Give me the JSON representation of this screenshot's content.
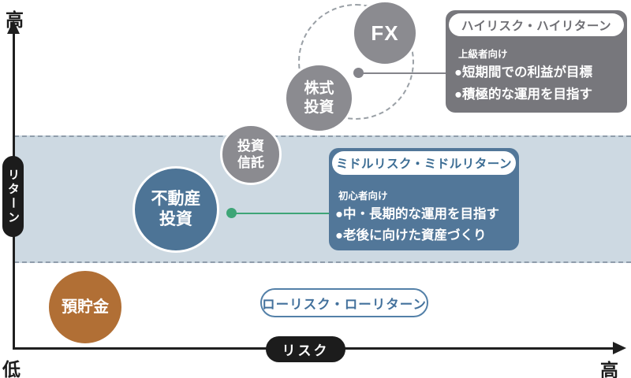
{
  "axis": {
    "y_pill_label": "リターン",
    "x_pill_label": "リスク",
    "y_top": "高",
    "y_bottom": "低",
    "x_right": "高"
  },
  "bubbles": {
    "fx": {
      "label": "FX"
    },
    "stock": {
      "label": "株式\n投資"
    },
    "trust": {
      "label": "投資\n信託"
    },
    "realestate": {
      "label": "不動産\n投資"
    },
    "savings": {
      "label": "預貯金"
    }
  },
  "zones": {
    "high": {
      "title": "ハイリスク・ハイリターン",
      "audience": "上級者向け",
      "bullet1": "●短期間での利益が目標",
      "bullet2": "●積極的な運用を目指す"
    },
    "middle": {
      "title": "ミドルリスク・ミドルリターン",
      "audience": "初心者向け",
      "bullet1": "●中・長期的な運用を目指す",
      "bullet2": "●老後に向けた資産づくり"
    },
    "low": {
      "title": "ローリスク・ローリターン"
    }
  },
  "colors": {
    "gray_bubble": "#8b8b90",
    "dark_gray_box": "#77777c",
    "blue_box": "#527799",
    "blue_bubble": "#4d7496",
    "orange_bubble": "#b16f35",
    "band_blue": "#cdd9e2",
    "green_connector": "#3ea577",
    "axis_black": "#1c1c1c",
    "low_pill_blue": "#5380a8"
  }
}
